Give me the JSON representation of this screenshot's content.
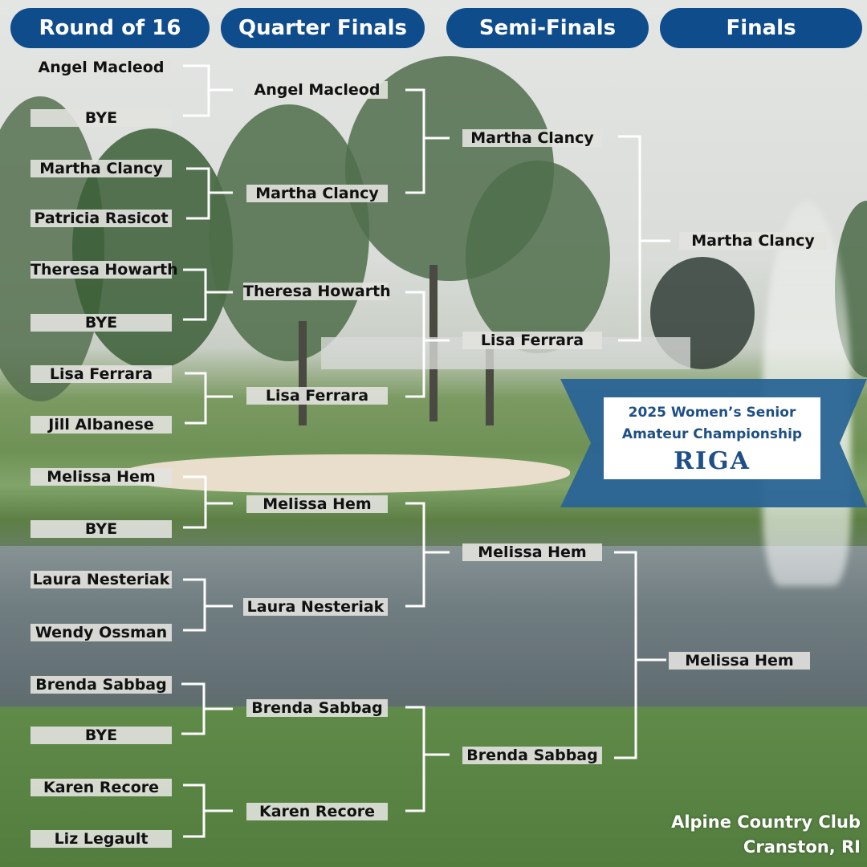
{
  "headers": [
    "Round of 16",
    "Quarter Finals",
    "Semi-Finals",
    "Finals"
  ],
  "round_of_16": [
    "Angel Macleod",
    "BYE",
    "Martha Clancy",
    "Patricia Rasicot",
    "Theresa Howarth",
    "BYE",
    "Lisa Ferrara",
    "Jill Albanese",
    "Melissa Hem",
    "BYE",
    "Laura Nesteriak",
    "Wendy Ossman",
    "Brenda Sabbag",
    "BYE",
    "Karen Recore",
    "Liz Legault"
  ],
  "quarter_finals": [
    "Angel Macleod",
    "Martha Clancy",
    "Theresa Howarth",
    "Lisa Ferrara",
    "Melissa Hem",
    "Laura Nesteriak",
    "Brenda Sabbag",
    "Karen Recore"
  ],
  "semi_finals": [
    "Martha Clancy",
    "Lisa Ferrara",
    "Melissa Hem",
    "Brenda Sabbag"
  ],
  "finals": [
    "Martha Clancy",
    "Melissa Hem"
  ],
  "event": {
    "title_line1": "2025 Women’s Senior",
    "title_line2": "Amateur Championship",
    "logo_text": "RIGA"
  },
  "venue": {
    "name": "Alpine Country Club",
    "location": "Cranston, RI"
  },
  "colors": {
    "header_bg": "#0f4c8c",
    "banner_ribbon": "#2a6496",
    "bracket_line": "#ffffff",
    "label_bg": "#e2e2de"
  }
}
